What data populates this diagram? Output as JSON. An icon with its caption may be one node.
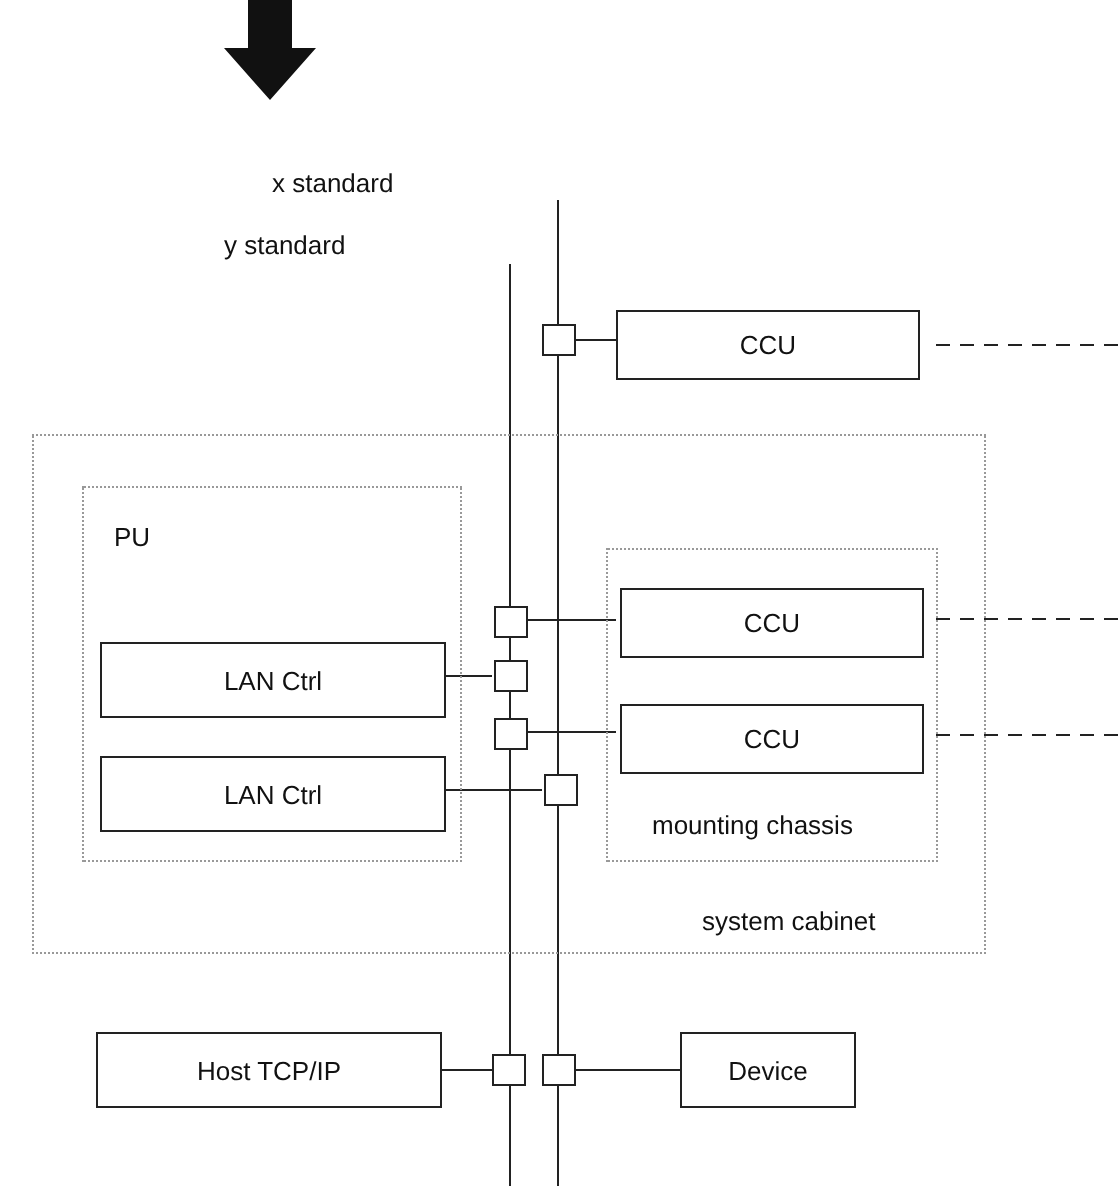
{
  "diagram": {
    "nodes": [
      {
        "text": [],
        "shape": "box"
      },
      {
        "text": [
          "CCU"
        ]
      },
      {
        "text": [
          "system cabinet"
        ]
      },
      {
        "text": [
          "PU"
        ],
        "in": 2
      },
      {
        "text": [
          "mounting chassis"
        ],
        "in": 2
      },
      {
        "text": [],
        "shape": "box",
        "in": 2
      },
      {
        "text": [
          "CCU"
        ],
        "in": 4
      },
      {
        "text": [
          "LAN Ctrl"
        ],
        "in": 3
      },
      {
        "text": [],
        "shape": "box",
        "in": 2
      },
      {
        "text": [],
        "shape": "box",
        "in": 2
      },
      {
        "text": [
          "CCU"
        ],
        "in": 4
      },
      {
        "text": [
          "LAN Ctrl"
        ],
        "in": 3
      },
      {
        "text": [],
        "shape": "box",
        "in": 2
      },
      {
        "text": [
          "Host TCP/IP"
        ]
      },
      {
        "text": [],
        "shape": "box"
      },
      {
        "text": [],
        "shape": "box"
      },
      {
        "text": [
          "Device"
        ]
      }
    ],
    "edges": [
      {
        "from": 0,
        "to": 1,
        "arrow": "none"
      },
      {
        "from": 1,
        "to": null,
        "arrow": "none",
        "style": "dashed"
      },
      {
        "from": 5,
        "to": 6,
        "arrow": "none"
      },
      {
        "from": 6,
        "to": null,
        "arrow": "none",
        "style": "dashed"
      },
      {
        "from": 7,
        "to": 8,
        "arrow": "none"
      },
      {
        "from": 9,
        "to": 10,
        "arrow": "none"
      },
      {
        "from": 10,
        "to": null,
        "arrow": "none",
        "style": "dashed"
      },
      {
        "from": 11,
        "to": 12,
        "arrow": "none"
      },
      {
        "from": 13,
        "to": 14,
        "arrow": "none"
      },
      {
        "from": 15,
        "to": 16,
        "arrow": "none"
      }
    ],
    "labels": [
      "x standard",
      "y standard"
    ]
  }
}
